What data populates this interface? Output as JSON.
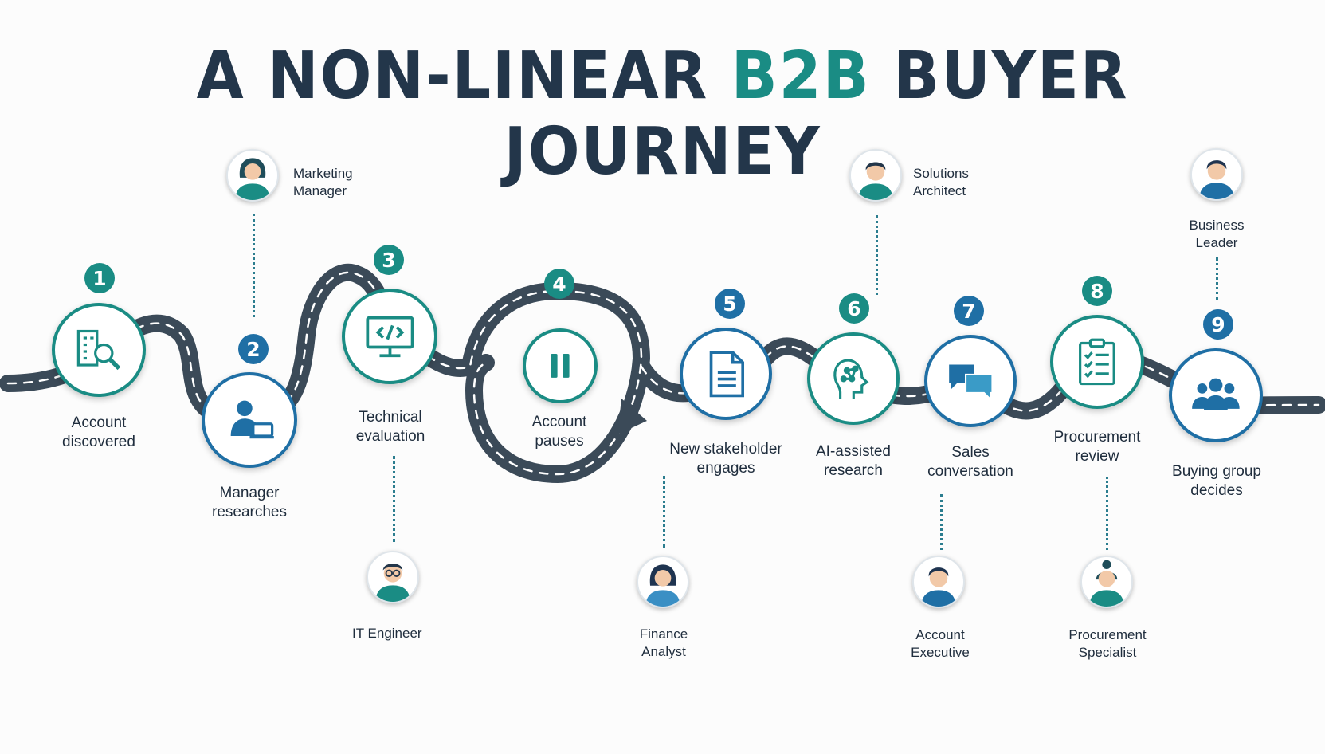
{
  "title": {
    "part1": "A NON-LINEAR ",
    "accent": "B2B",
    "part2": " BUYER JOURNEY"
  },
  "colors": {
    "teal": "#1a8c84",
    "blue": "#1f6fa5",
    "road": "#3b4a58",
    "text": "#1f2d3d"
  },
  "steps": [
    {
      "number": "1",
      "label": "Account\ndiscovered",
      "icon": "building-search-icon"
    },
    {
      "number": "2",
      "label": "Manager\nresearches",
      "icon": "laptop-user-icon"
    },
    {
      "number": "3",
      "label": "Technical\nevaluation",
      "icon": "code-monitor-icon"
    },
    {
      "number": "4",
      "label": "Account\npauses",
      "icon": "pause-icon"
    },
    {
      "number": "5",
      "label": "New stakeholder\nengages",
      "icon": "document-icon"
    },
    {
      "number": "6",
      "label": "AI-assisted\nresearch",
      "icon": "ai-head-icon"
    },
    {
      "number": "7",
      "label": "Sales\nconversation",
      "icon": "chat-bubbles-icon"
    },
    {
      "number": "8",
      "label": "Procurement\nreview",
      "icon": "clipboard-checklist-icon"
    },
    {
      "number": "9",
      "label": "Buying group\ndecides",
      "icon": "group-icon"
    }
  ],
  "people": [
    {
      "label": "Marketing\nManager"
    },
    {
      "label": "IT Engineer"
    },
    {
      "label": "Finance\nAnalyst"
    },
    {
      "label": "Solutions\nArchitect"
    },
    {
      "label": "Account\nExecutive"
    },
    {
      "label": "Procurement\nSpecialist"
    },
    {
      "label": "Business\nLeader"
    }
  ]
}
